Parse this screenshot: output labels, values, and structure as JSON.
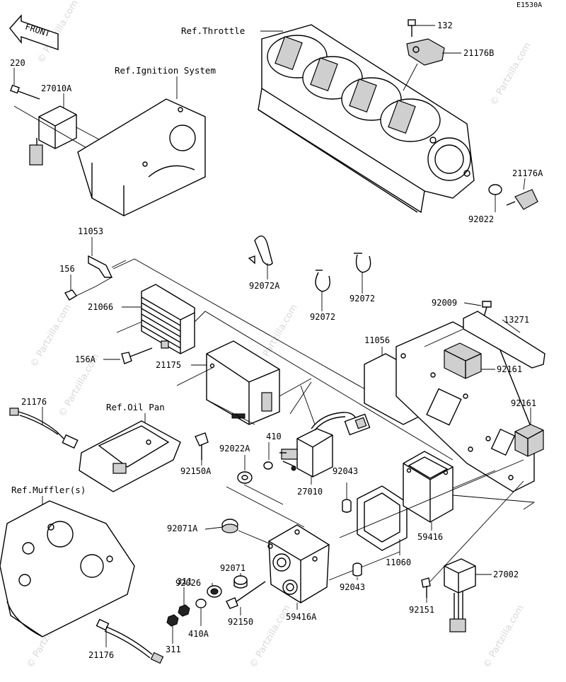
{
  "diagram_code": "E1530A",
  "front_label": "FRONT",
  "watermark": "© Partzilla.com",
  "references": {
    "throttle": "Ref.Throttle",
    "ignition": "Ref.Ignition System",
    "oil_pan": "Ref.Oil Pan",
    "muffler": "Ref.Muffler(s)"
  },
  "labels": {
    "p132": "132",
    "p21176B": "21176B",
    "p220": "220",
    "p27010A": "27010A",
    "p21176A": "21176A",
    "p92022": "92022",
    "p11053": "11053",
    "p92072A": "92072A",
    "p156": "156",
    "p92072_left": "92072",
    "p92072_right": "92072",
    "p21066": "21066",
    "p92009": "92009",
    "p13271": "13271",
    "p156A": "156A",
    "p11056": "11056",
    "p21175": "21175",
    "p92161_top": "92161",
    "p92161_bottom": "92161",
    "p21176_top": "21176",
    "p410": "410",
    "p92022A": "92022A",
    "p92150A": "92150A",
    "p92043_top": "92043",
    "p27010": "27010",
    "p92071A": "92071A",
    "p59416": "59416",
    "p92071": "92071",
    "p92026": "92026",
    "p11060": "11060",
    "p311_top": "311",
    "p92043_bottom": "92043",
    "p27002": "27002",
    "p59416A": "59416A",
    "p410A": "410A",
    "p92150": "92150",
    "p92151": "92151",
    "p311_bottom": "311",
    "p21176_bottom": "21176"
  }
}
